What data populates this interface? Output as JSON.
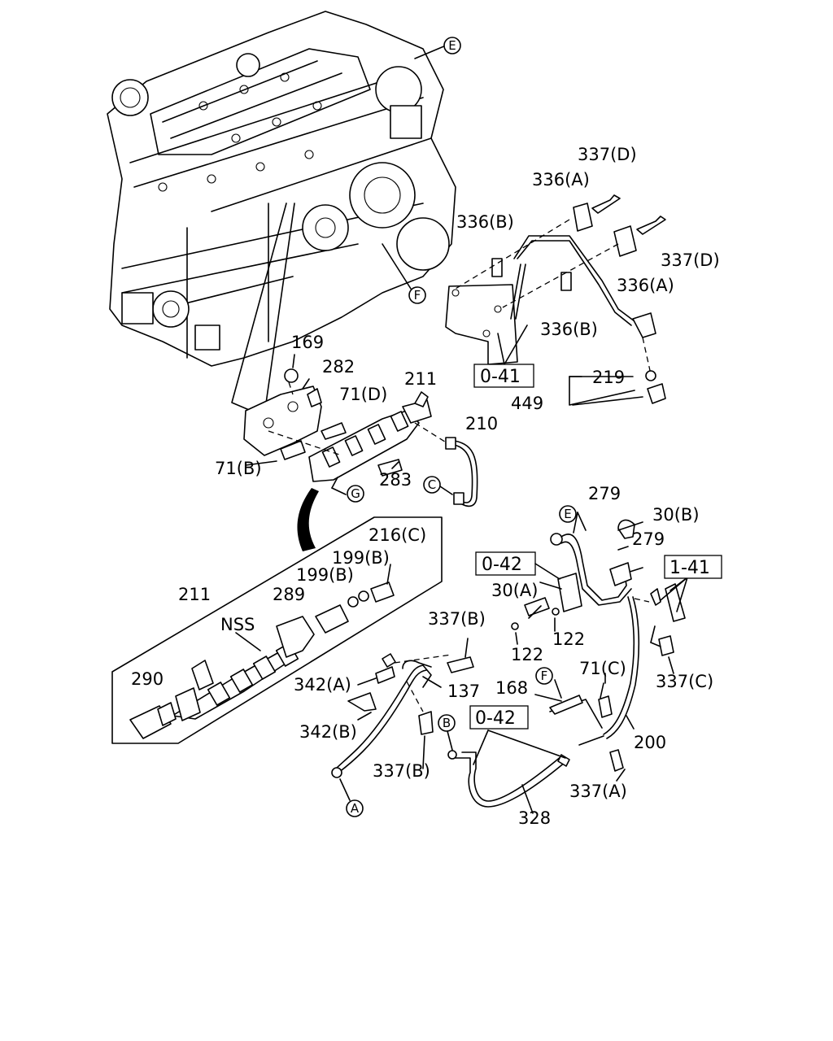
{
  "callouts": {
    "e_top": "E",
    "f_top": "F",
    "g": "G",
    "c": "C",
    "e_mid": "E",
    "f_mid": "F",
    "b": "B",
    "a": "A"
  },
  "ref_boxes": {
    "r041": "0-41",
    "r042_a": "0-42",
    "r141": "1-41",
    "r042_b": "0-42"
  },
  "labels": {
    "p337d_top": "337(D)",
    "p336a_top": "336(A)",
    "p336b_left": "336(B)",
    "p337d_right": "337(D)",
    "p336a_right": "336(A)",
    "p336b_mid": "336(B)",
    "p219": "219",
    "p449": "449",
    "p169": "169",
    "p282": "282",
    "p71d": "71(D)",
    "p211_top": "211",
    "p210": "210",
    "p71b": "71(B)",
    "p283": "283",
    "p216c": "216(C)",
    "p199b_1": "199(B)",
    "p199b_2": "199(B)",
    "p211_inset": "211",
    "p289": "289",
    "pnss": "NSS",
    "p290": "290",
    "p279_top": "279",
    "p30b": "30(B)",
    "p279_mid": "279",
    "p30a": "30(A)",
    "p337b_top": "337(B)",
    "p122_a": "122",
    "p122_b": "122",
    "p342a": "342(A)",
    "p137": "137",
    "p168": "168",
    "p71c": "71(C)",
    "p337c": "337(C)",
    "p342b": "342(B)",
    "p337b_bot": "337(B)",
    "p200": "200",
    "p337a": "337(A)",
    "p328": "328"
  }
}
